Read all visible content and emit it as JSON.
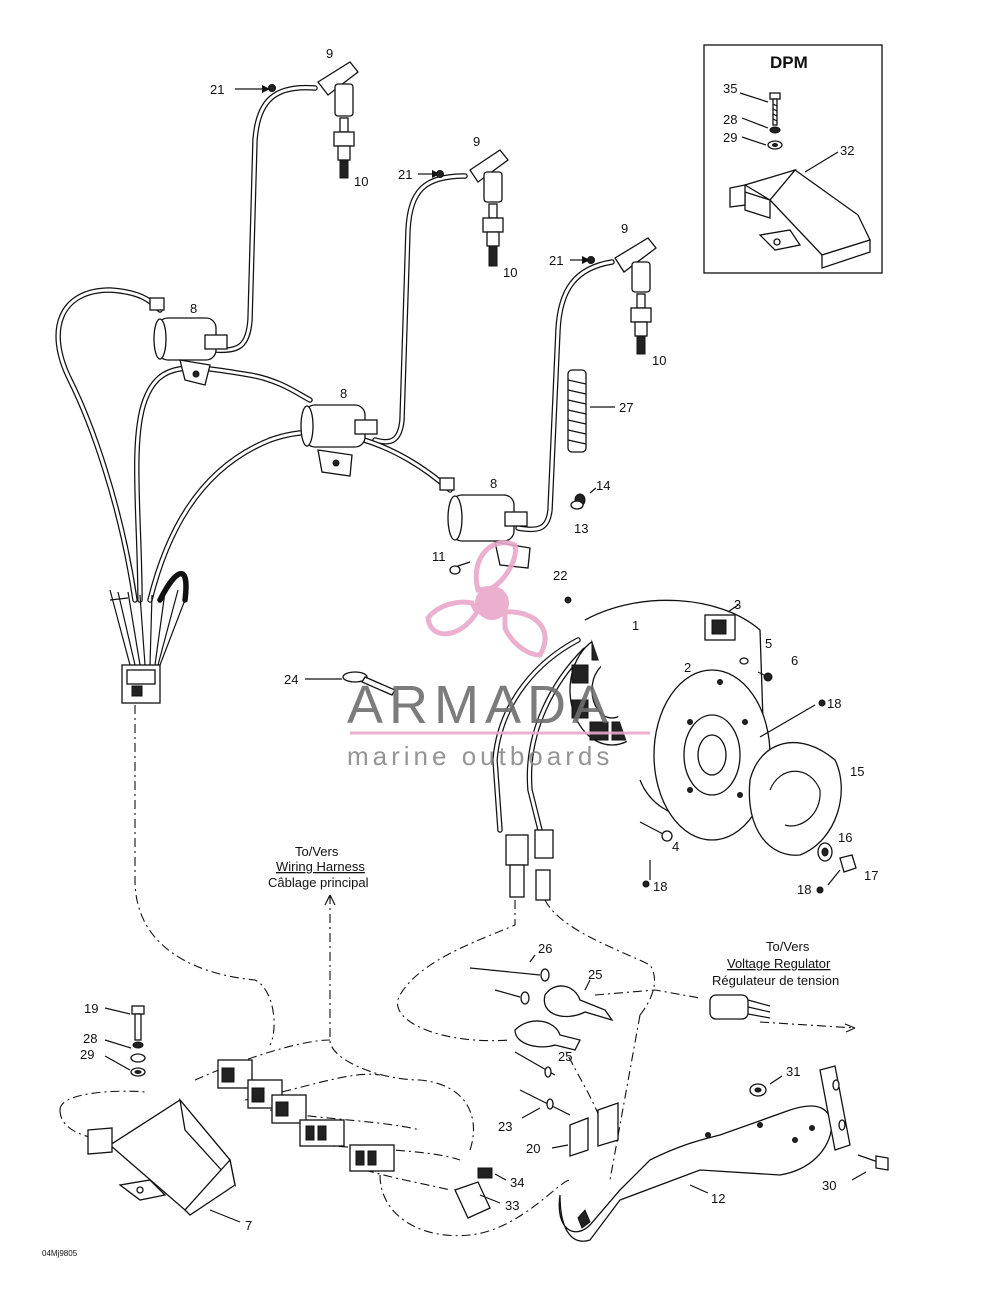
{
  "figure": {
    "code": "04Mj9805"
  },
  "dpm": {
    "title": "DPM"
  },
  "callouts": {
    "c1": "1",
    "c2": "2",
    "c3": "3",
    "c4": "4",
    "c5": "5",
    "c6": "6",
    "c7": "7",
    "c8a": "8",
    "c8b": "8",
    "c8c": "8",
    "c9a": "9",
    "c9b": "9",
    "c9c": "9",
    "c10a": "10",
    "c10b": "10",
    "c10c": "10",
    "c11": "11",
    "c12": "12",
    "c13": "13",
    "c14": "14",
    "c15": "15",
    "c16": "16",
    "c17": "17",
    "c18a": "18",
    "c18b": "18",
    "c18c": "18",
    "c19": "19",
    "c20": "20",
    "c21a": "21",
    "c21b": "21",
    "c21c": "21",
    "c22": "22",
    "c23": "23",
    "c24": "24",
    "c25a": "25",
    "c25b": "25",
    "c26": "26",
    "c27": "27",
    "c28a": "28",
    "c28b": "28",
    "c29a": "29",
    "c29b": "29",
    "c30": "30",
    "c31": "31",
    "c32": "32",
    "c33": "33",
    "c34": "34",
    "c35": "35"
  },
  "notes": {
    "harness": {
      "line1": "To/Vers",
      "line2": "Wiring Harness",
      "line3": "Câblage principal"
    },
    "regulator": {
      "line1": "To/Vers",
      "line2": "Voltage Regulator",
      "line3": "Régulateur de tension"
    }
  },
  "watermark": {
    "brand": "ARMADA",
    "tagline": "marine outboards",
    "color": "#e8a8c8"
  }
}
